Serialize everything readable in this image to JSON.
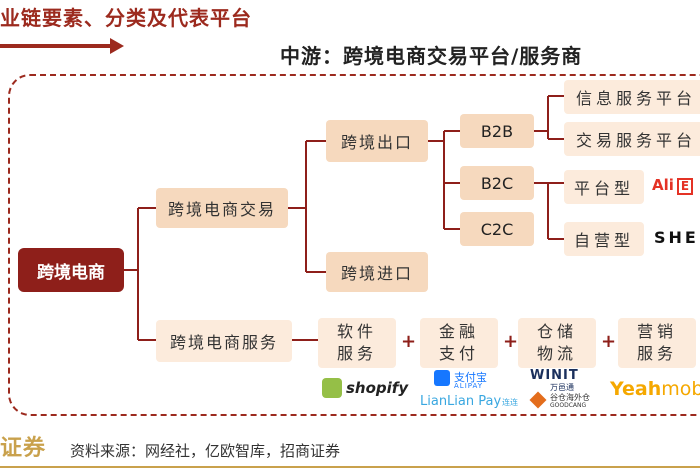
{
  "header": {
    "title": "业链要素、分类及代表平台",
    "subtitle": "中游：跨境电商交易平台/服务商"
  },
  "nodes": {
    "root": "跨境电商",
    "trade": "跨境电商交易",
    "service": "跨境电商服务",
    "export": "跨境出口",
    "import": "跨境进口",
    "b2b": "B2B",
    "b2c": "B2C",
    "c2c": "C2C",
    "info_service": "信息服务平台",
    "trade_service": "交易服务平台",
    "platform": "平台型",
    "selfrun": "自营型"
  },
  "services": [
    {
      "line1": "软件",
      "line2": "服务"
    },
    {
      "line1": "金融",
      "line2": "支付"
    },
    {
      "line1": "仓储",
      "line2": "物流"
    },
    {
      "line1": "营销",
      "line2": "服务"
    }
  ],
  "plus_sign": "+",
  "logos": {
    "aliexpress_a": "Ali",
    "aliexpress_b": "E",
    "shein": "SHEIN",
    "shopify": "shopify",
    "alipay_cn": "支付宝",
    "alipay_en": "ALIPAY",
    "lianlian": "LianLian Pay",
    "lianlian_tag": "连连",
    "winit_en": "WINIT",
    "winit_cn": "万邑通",
    "goodcang_cn": "谷仓海外仓",
    "goodcang_en": "GOODCANG",
    "yeahmobi_a": "Yeah",
    "yeahmobi_b": "mobi"
  },
  "footer": {
    "brand": "证券",
    "source": "资料来源：网经社，亿欧智库，招商证券"
  },
  "colors": {
    "brand_red": "#8e1f1a",
    "line_red": "#9c2a1e",
    "beige": "#f6d9be",
    "pale": "#fcebdc",
    "gold": "#c9a14c"
  }
}
